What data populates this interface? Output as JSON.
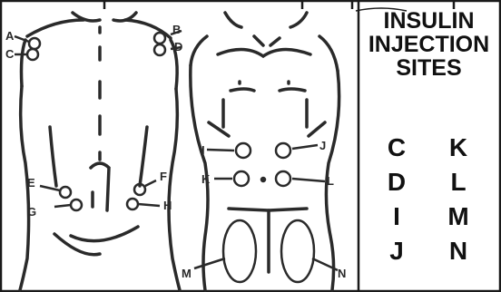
{
  "title_lines": [
    "INSULIN",
    "INJECTION",
    "SITES"
  ],
  "site_rows": [
    [
      "C",
      "K"
    ],
    [
      "D",
      "L"
    ],
    [
      "I",
      "M"
    ],
    [
      "J",
      "N"
    ]
  ],
  "figure_labels": {
    "back": [
      "A",
      "B",
      "C",
      "D",
      "E",
      "F",
      "G",
      "H"
    ],
    "front": [
      "I",
      "J",
      "K",
      "L",
      "M",
      "N"
    ]
  },
  "colors": {
    "ink": "#2a2a2a",
    "border": "#1a1a1a",
    "background": "#ffffff"
  }
}
